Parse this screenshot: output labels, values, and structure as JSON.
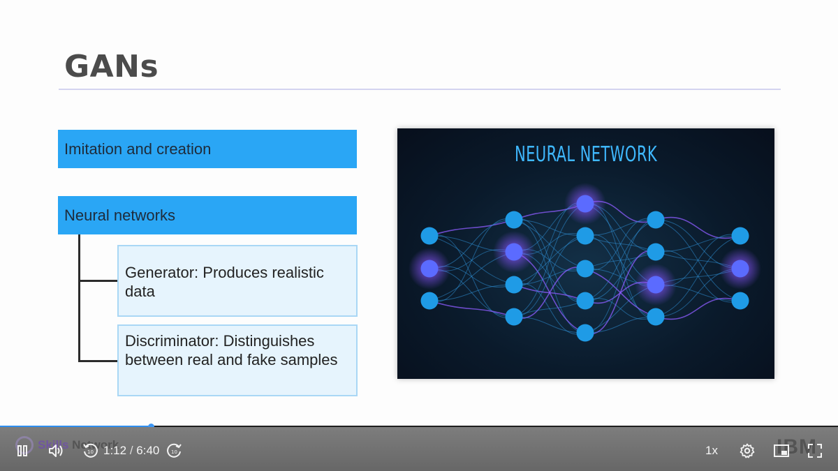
{
  "slide": {
    "title": "GANs",
    "bar1": "Imitation and creation",
    "bar2": "Neural networks",
    "sub1": "Generator: Produces realistic data",
    "sub2": "Discriminator: Distinguishes between real and fake samples",
    "image_title": "NEURAL NETWORK"
  },
  "player": {
    "current_time": "1:12",
    "separator": "/",
    "duration": "6:40",
    "progress_fraction": 0.18,
    "speed": "1x",
    "brand_part1": "Skills",
    "brand_part2": "Network",
    "watermark": "IBM",
    "icons": {
      "play": "pause-icon",
      "volume": "volume-icon",
      "rewind": "rewind-10-icon",
      "forward": "forward-10-icon",
      "settings": "gear-icon",
      "pip": "picture-in-picture-icon",
      "fullscreen": "fullscreen-icon"
    }
  },
  "colors": {
    "accent_bar": "#2aa6f5",
    "sub_box": "#e6f4fd",
    "progress": "#2d8ef0",
    "nn_text": "#3fb8ff"
  }
}
